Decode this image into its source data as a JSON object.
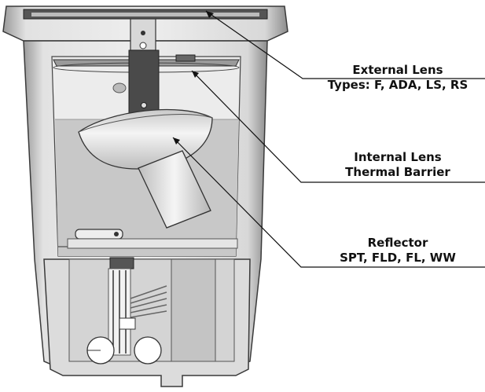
{
  "labels": {
    "external_lens": {
      "title": "External Lens",
      "detail": "Types: F, ADA, LS, RS"
    },
    "internal_lens": {
      "title": "Internal Lens",
      "detail": "Thermal Barrier"
    },
    "reflector": {
      "title": "Reflector",
      "detail": "SPT, FLD, FL, WW"
    }
  },
  "colors": {
    "housing_fill": "#e6e6e6",
    "housing_dark": "#8a8a8a",
    "inner_fill": "#c8c8c8",
    "outline": "#3a3a3a",
    "leader": "#111111"
  }
}
